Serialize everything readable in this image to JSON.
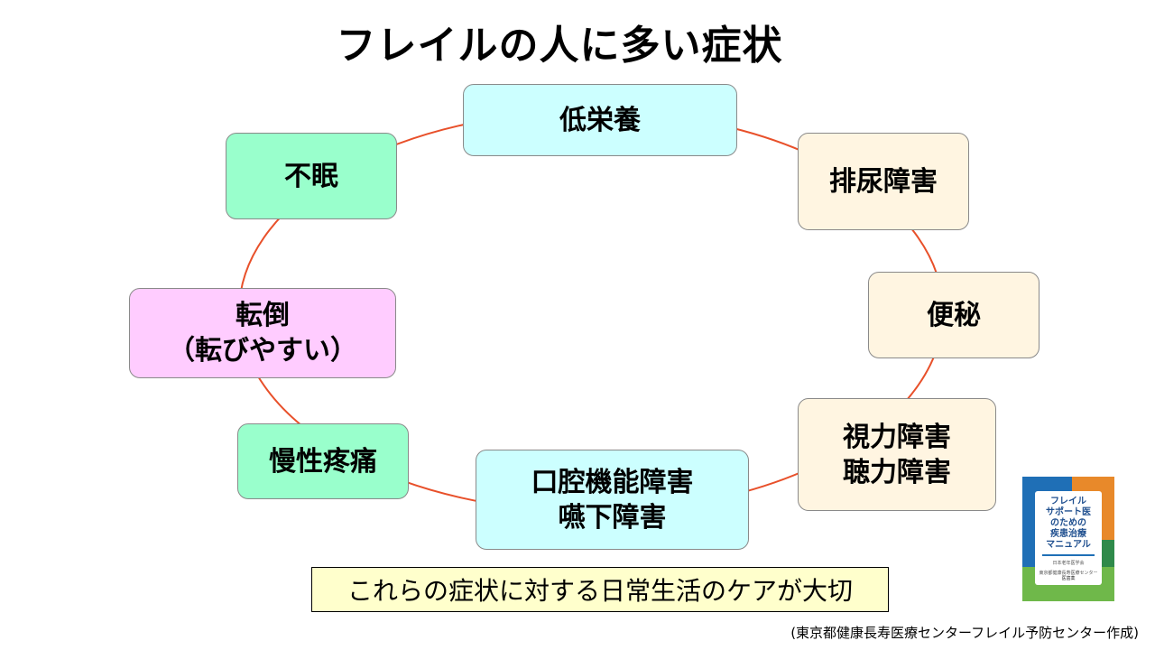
{
  "title": "フレイルの人に多い症状",
  "nodes": {
    "low_nutrition": "低栄養",
    "urination": "排尿障害",
    "constipation": "便秘",
    "vision_hearing": "視力障害\n聴力障害",
    "oral_swallow": "口腔機能障害\n嚥下障害",
    "chronic_pain": "慢性疼痛",
    "fall": "転倒\n（転びやすい）",
    "insomnia": "不眠"
  },
  "note": "これらの症状に対する日常生活のケアが大切",
  "source": "(東京都健康長寿医療センターフレイル予防センター作成)",
  "book": {
    "title": "フレイル\nサポート医\nのための\n疾患治療\nマニュアル",
    "subtitle": "日本老年医学会",
    "subtitle2": "東京都健康長寿医療センター",
    "publisher": "医歯薬"
  },
  "colors": {
    "ring": "#e8502a",
    "cyan": "#ccffff",
    "green": "#99ffcc",
    "cream": "#fff5e1",
    "pink": "#ffccff",
    "note_bg": "#ffffcc"
  }
}
